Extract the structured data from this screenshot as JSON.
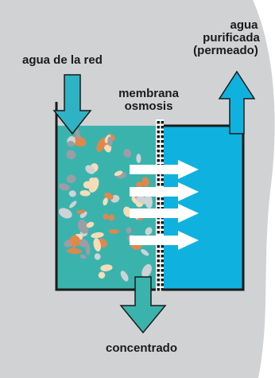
{
  "labels": {
    "tap_water": "agua de la red",
    "membrane_line1": "membrana",
    "membrane_line2": "osmosis",
    "purified_line1": "agua",
    "purified_line2": "purificada",
    "purified_line3": "(permeado)",
    "concentrate": "concentrado"
  },
  "colors": {
    "background": "#d1d2d4",
    "feed_water": "#3bb3ad",
    "permeate_water": "#0fb2de",
    "arrow": "#2fb2c4",
    "outline": "#1b1b1b",
    "particles": [
      "#e0874c",
      "#f5ddb8",
      "#9a9ea5",
      "#cfd3d5"
    ]
  },
  "icons": {
    "feed_arrow": "down-arrow-icon",
    "permeate_arrow": "up-arrow-icon",
    "concentrate_arrow": "down-arrow-icon",
    "flow_arrows": "right-arrow-icon"
  }
}
